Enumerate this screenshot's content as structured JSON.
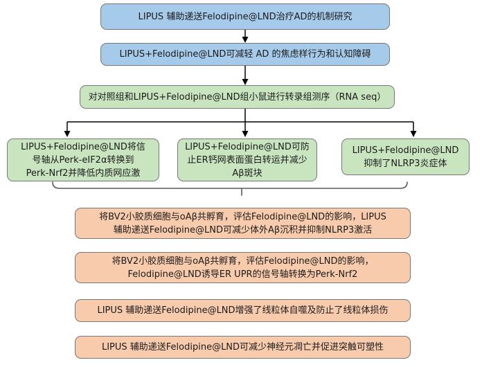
{
  "diagram": {
    "kind": "flowchart",
    "language": "zh-CN"
  },
  "colors": {
    "blue": "#a6cae9",
    "green": "#c8e5c0",
    "orange": "#f8cbad",
    "border": "#767676",
    "line": "#000000",
    "bracket": "#595959"
  },
  "nodes": {
    "title": {
      "text": "LIPUS 辅助递送Felodipine@LND治疗AD的机制研究"
    },
    "behavior": {
      "text": "LIPUS+Felodipine@LND可减轻 AD 的焦虑样行为和认知障碍"
    },
    "rnaseq": {
      "text": "对对照组和LIPUS+Felodipine@LND组小鼠进行转录组测序（RNA seq）"
    },
    "perk_axis": {
      "text": "LIPUS+Felodipine@LND将信\n号轴从Perk-eIF2α转换到\nPerk-Nrf2并降低内质网应激"
    },
    "er_transport": {
      "text": "LIPUS+Felodipine@LND可防\n止ER钙网表面蛋白转运并减少\nAβ斑块"
    },
    "nlrp3": {
      "text": "LIPUS+Felodipine@LND\n抑制了NLRP3炎症体"
    },
    "bv2_invitro": {
      "text": "将BV2小胶质细胞与oAβ共孵育，评估Felodipine@LND的影响，LIPUS\n辅助递送Felodipine@LND可减少体外Aβ沉积并抑制NLRP3激活"
    },
    "bv2_upr": {
      "text": "将BV2小胶质细胞与oAβ共孵育，评估Felodipine@LND的影响，\nFelodipine@LND诱导ER UPR的信号轴转换为Perk-Nrf2"
    },
    "mitophagy": {
      "text": "LIPUS 辅助递送Felodipine@LND增强了线粒体自噬及防止了线粒体损伤"
    },
    "apoptosis": {
      "text": "LIPUS 辅助递送Felodipine@LND可减少神经元凋亡并促进突触可塑性"
    }
  }
}
